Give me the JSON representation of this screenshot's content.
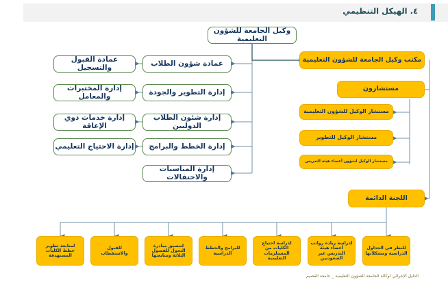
{
  "header": {
    "title": "٤. الهيكل التنظيمي",
    "accent_color": "#3f9cb4",
    "band_color": "#f2f2f2"
  },
  "palette": {
    "green_border": "#5d8a52",
    "amber_fill": "#ffc000",
    "amber_border": "#e8ae00",
    "connector": "#8aa9bd",
    "connector_dark": "#1f4e5a",
    "text_dark": "#17365d",
    "footer_text": "#7b6f3e"
  },
  "chart_root": {
    "label": "وكيل الجامعة للشؤون التعليمية"
  },
  "left_units": [
    {
      "label": "عمادة القبول والتسجيل"
    },
    {
      "label": "إدارة المختبرات والمعامل"
    },
    {
      "label": "إدارة خدمات ذوي الإعاقة"
    },
    {
      "label": "إدارة الاحتياج التعليمي"
    }
  ],
  "middle_units": [
    {
      "label": "عمادة شؤون الطلاب"
    },
    {
      "label": "إدارة التطوير والجودة"
    },
    {
      "label": "إدارة شئون الطلاب الدوليين"
    },
    {
      "label": "إدارة الخطط والبرامج"
    },
    {
      "label": "إدارة المناسبات والاحتفالات"
    }
  ],
  "right_branch": {
    "office": {
      "label": "مكتب وكيل الجامعة للشؤون التعليمية"
    },
    "advisors_head": {
      "label": "مستشارون"
    },
    "advisors": [
      {
        "label": "مستشار الوكيل للشؤون التعليمية"
      },
      {
        "label": "مستشار الوكيل للتطوير"
      },
      {
        "label": "مستشار الوكيل لشؤون أعضاء هيئة التدريس"
      }
    ],
    "committee": {
      "label": "اللجنة الدائمة"
    }
  },
  "committee_tasks": [
    {
      "label": "لمتابعة تطوير خطط الكليات المستهدفة"
    },
    {
      "label": "للقبول والاستقطاب"
    },
    {
      "label": "لتنسيق مبادرة التحول للفصول الثلاثة ومتابعتها"
    },
    {
      "label": "للبرامج والخطط الدراسية"
    },
    {
      "label": "لدراسة احتياج الكليات من المستلزمات التعليمية"
    },
    {
      "label": "لدراسة زيادة رواتب أعضاء هيئة التدريس غير السعوديين"
    },
    {
      "label": "للنظر في الجداول الدراسية ومشكلاتها"
    }
  ],
  "footer": {
    "note": "الدليل الإجرائي لوكالة الجامعة للشؤون التعليمية _ جامعة القصيم"
  }
}
